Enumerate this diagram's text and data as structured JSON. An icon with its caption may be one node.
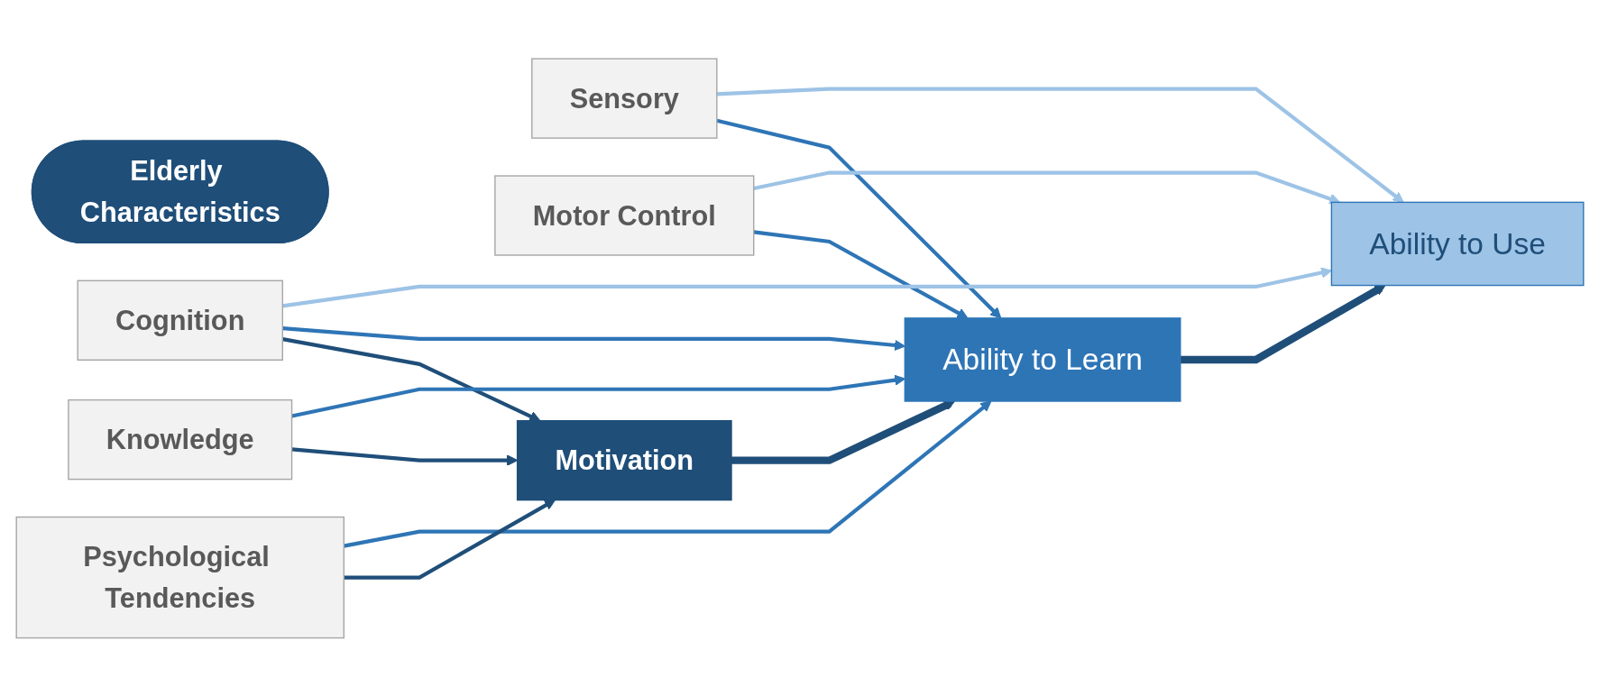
{
  "diagram": {
    "nodes": [
      {
        "text": [
          "Elderly Characteristics"
        ]
      },
      {
        "text": [
          "Sensory"
        ]
      },
      {
        "text": [
          "Motor Control"
        ]
      },
      {
        "text": [
          "Cognition"
        ]
      },
      {
        "text": [
          "Knowledge"
        ]
      },
      {
        "text": [
          "Psychological Tendencies"
        ]
      },
      {
        "text": [
          "Ability to Use"
        ]
      },
      {
        "text": [
          "Ability to Learn"
        ]
      },
      {
        "text": [
          "Motivation"
        ]
      }
    ],
    "edges": [
      {
        "from": 1,
        "to": 6,
        "arrow": "to",
        "color": "#9dc3e6"
      },
      {
        "from": 1,
        "to": 7,
        "arrow": "to"
      },
      {
        "from": 2,
        "to": 6,
        "arrow": "to",
        "color": "#9dc3e6"
      },
      {
        "from": 2,
        "to": 7,
        "arrow": "to"
      },
      {
        "from": 3,
        "to": 6,
        "arrow": "to",
        "color": "#9dc3e6"
      },
      {
        "from": 3,
        "to": 7,
        "arrow": "to"
      },
      {
        "from": 3,
        "to": 8,
        "arrow": "to",
        "color": "#1f4e79"
      },
      {
        "from": 4,
        "to": 7,
        "arrow": "to"
      },
      {
        "from": 4,
        "to": 8,
        "arrow": "to",
        "color": "#1f4e79"
      },
      {
        "from": 5,
        "to": 7,
        "arrow": "to"
      },
      {
        "from": 5,
        "to": 8,
        "arrow": "to",
        "color": "#1f4e79"
      },
      {
        "from": 8,
        "to": 7,
        "arrow": "to",
        "style": "thick",
        "color": "#1f4e79"
      },
      {
        "from": 7,
        "to": 6,
        "arrow": "to",
        "style": "thick",
        "color": "#1f4e79"
      }
    ]
  }
}
